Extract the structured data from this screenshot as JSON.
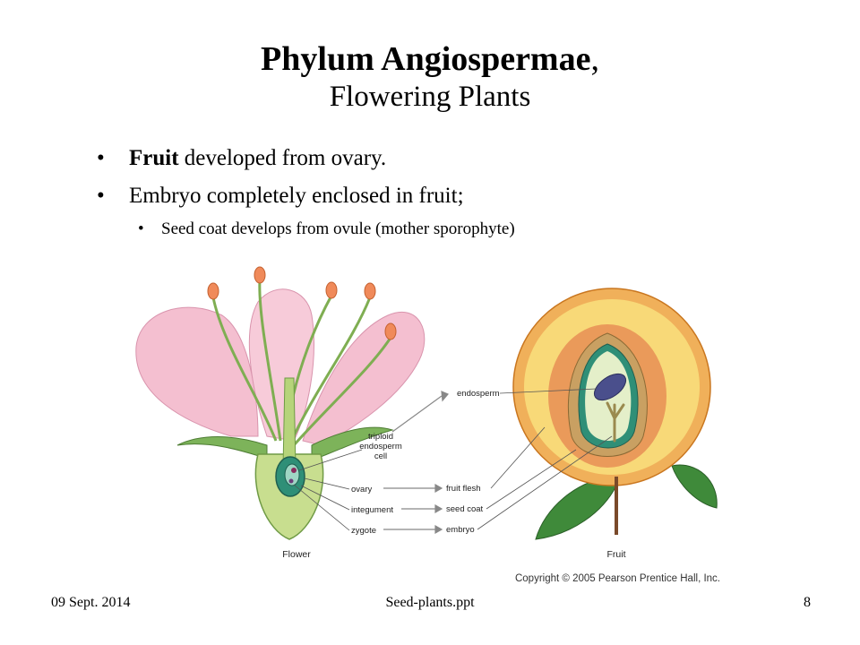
{
  "title": {
    "main": "Phylum Angiospermae",
    "comma": ",",
    "sub": "Flowering  Plants"
  },
  "bullets": {
    "b1_bold": "Fruit",
    "b1_rest": " developed from ovary.",
    "b2": "Embryo completely enclosed in fruit;",
    "b2_sub": "Seed coat develops from ovule (mother sporophyte)"
  },
  "figure": {
    "labels": {
      "triploid": "triploid",
      "endosperm_word": "endosperm",
      "cell": "cell",
      "ovary": "ovary",
      "integument": "integument",
      "zygote": "zygote",
      "endosperm": "endosperm",
      "fruit_flesh": "fruit flesh",
      "seed_coat": "seed coat",
      "embryo": "embryo"
    },
    "captions": {
      "flower": "Flower",
      "fruit": "Fruit"
    },
    "copyright": "Copyright © 2005 Pearson Prentice Hall, Inc."
  },
  "footer": {
    "date": "09 Sept. 2014",
    "file": "Seed-plants.ppt",
    "page": "8"
  }
}
